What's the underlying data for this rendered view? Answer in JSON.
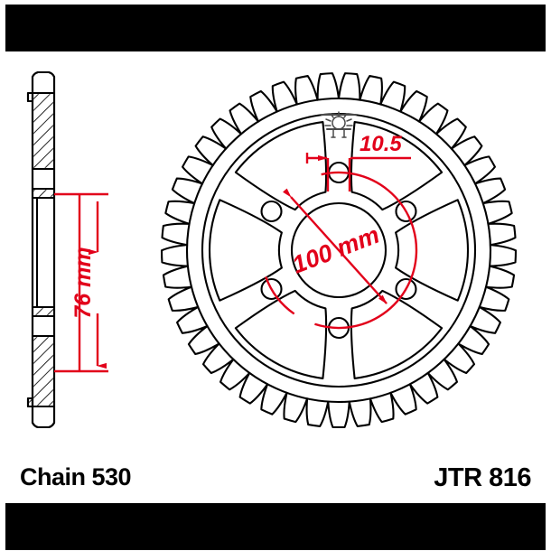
{
  "drawing": {
    "type": "technical-drawing",
    "subject": "motorcycle rear sprocket",
    "views": [
      "side-section-profile",
      "front-face"
    ],
    "line_color": "#000000",
    "dimension_color": "#e2001a",
    "background_color": "#ffffff",
    "letterbox_color": "#000000"
  },
  "dimensions": {
    "thickness": {
      "value": "76 mm",
      "orientation": "vertical",
      "view": "side-section-profile",
      "description": "bolt hole spacing across section"
    },
    "bolt_hole": {
      "value": "10.5",
      "orientation": "horizontal",
      "view": "front-face",
      "description": "bolt hole diameter"
    },
    "bolt_circle": {
      "value": "100 mm",
      "orientation": "diagonal",
      "view": "front-face",
      "description": "bolt circle diameter"
    }
  },
  "sprocket": {
    "teeth_count": 45,
    "bolt_holes": 6,
    "spokes": 6,
    "windows": 6
  },
  "footer": {
    "chain_label": "Chain 530",
    "part_label": "JTR 816"
  },
  "annotations": {
    "finish_symbol": "surface-finish-symbol"
  }
}
